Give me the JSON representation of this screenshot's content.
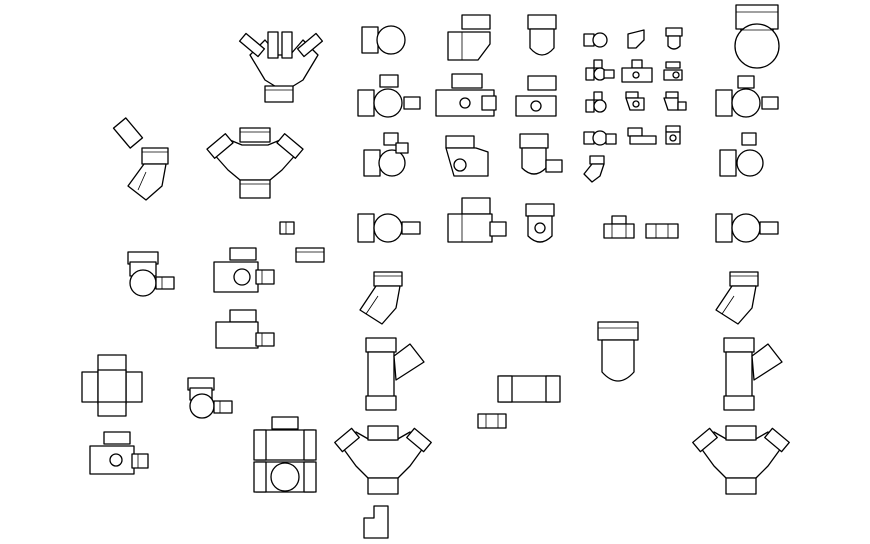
{
  "drawing": {
    "background": "#ffffff",
    "line_color": "#000000",
    "fittings": [
      "double-y-junction-top-left",
      "angled-coupler-piece",
      "elbow-bend-45",
      "double-y-junction-mid-left",
      "small-tee-socket",
      "short-socket-piece",
      "strap-boss-tee-left",
      "boss-tee-socket-mid",
      "boss-bend-socket-mid",
      "cross-junction-left",
      "boss-pipe-socket-small",
      "boss-tee-socket-bottom-left",
      "double-cross-junction",
      "socket-stack-row",
      "elbow-bend-45-mid",
      "single-y-junction-mid",
      "double-y-junction-bottom-mid",
      "offset-socket-bottom",
      "bend-socket-column-2",
      "cap-column-3",
      "mini-fittings-group",
      "coupler-pair-small",
      "large-access-socket-right",
      "boss-tee-column-right",
      "elbow-bend-45-right",
      "end-cap-large-center",
      "pipe-coupler-center",
      "short-coupler-center",
      "single-y-junction-right",
      "double-y-junction-bottom-right"
    ]
  }
}
